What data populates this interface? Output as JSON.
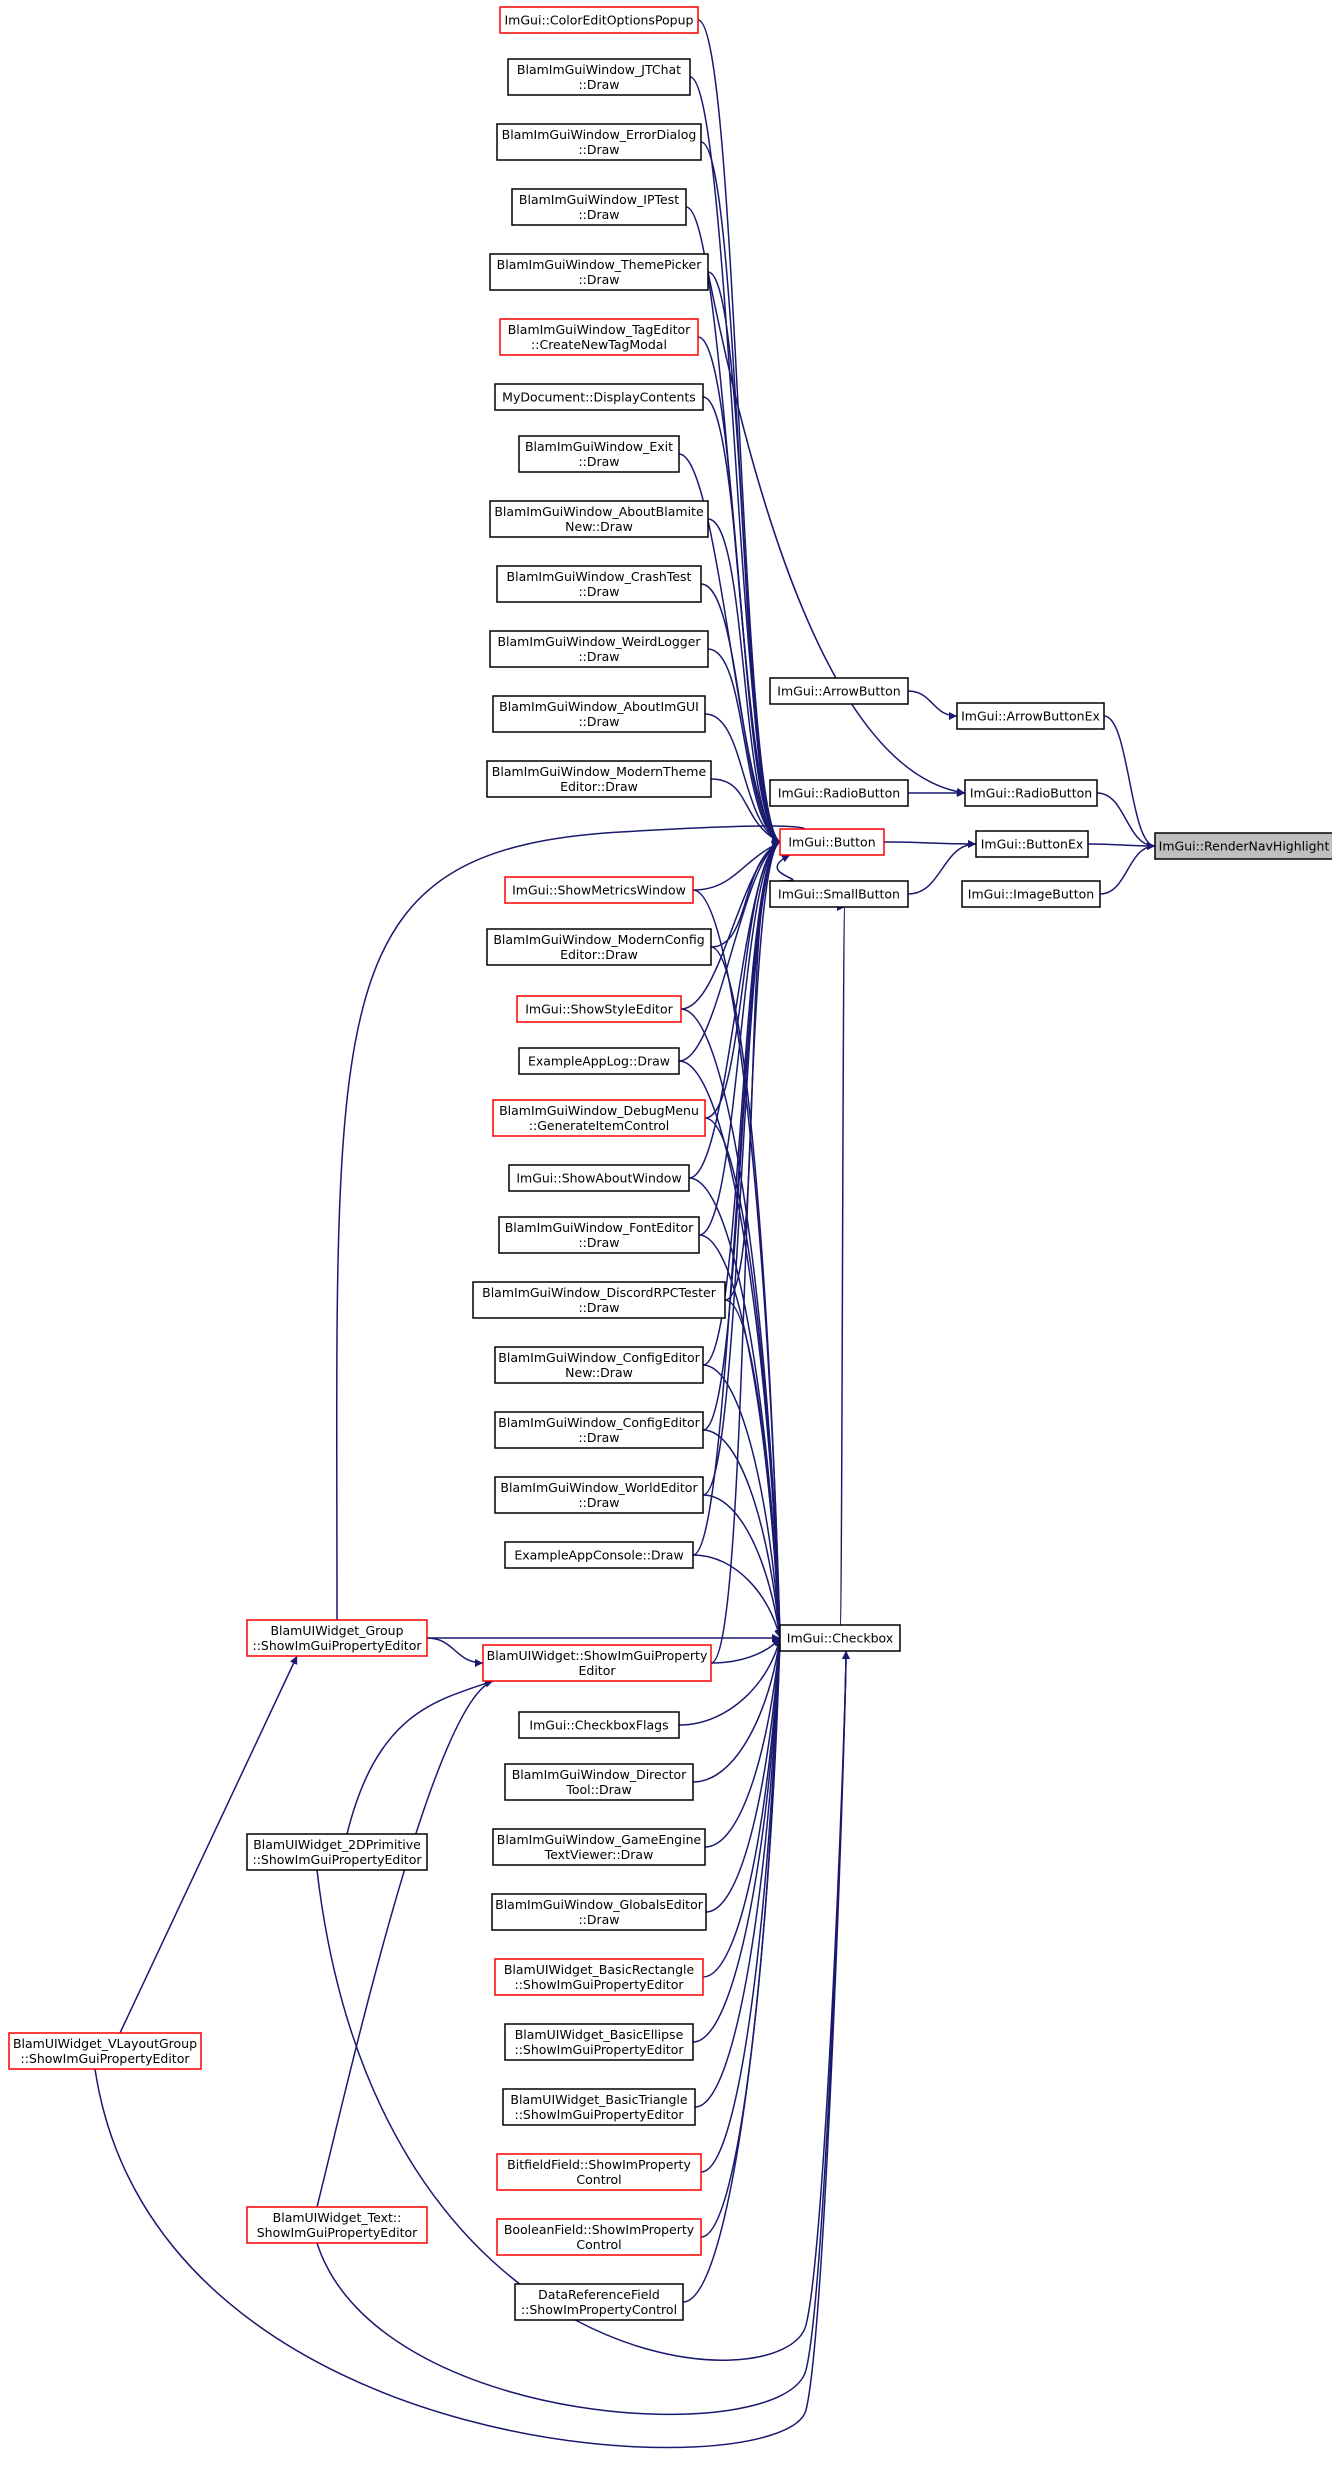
{
  "colors": {
    "edge": "#191970",
    "node_border": "#000000",
    "truncated_border": "#ff0000",
    "root_fill": "#bfbfbf",
    "node_fill": "#ffffff"
  },
  "nodes": [
    {
      "id": "render_nav_highlight",
      "lines": [
        "ImGui::RenderNavHighlight"
      ],
      "style": "root"
    },
    {
      "id": "arrow_button_ex",
      "lines": [
        "ImGui::ArrowButtonEx"
      ],
      "style": "normal"
    },
    {
      "id": "radio_button_r",
      "lines": [
        "ImGui::RadioButton"
      ],
      "style": "normal"
    },
    {
      "id": "button_ex",
      "lines": [
        "ImGui::ButtonEx"
      ],
      "style": "normal"
    },
    {
      "id": "image_button",
      "lines": [
        "ImGui::ImageButton"
      ],
      "style": "normal"
    },
    {
      "id": "arrow_button",
      "lines": [
        "ImGui::ArrowButton"
      ],
      "style": "normal"
    },
    {
      "id": "radio_button_l",
      "lines": [
        "ImGui::RadioButton"
      ],
      "style": "normal"
    },
    {
      "id": "button",
      "lines": [
        "ImGui::Button"
      ],
      "style": "truncated"
    },
    {
      "id": "small_button",
      "lines": [
        "ImGui::SmallButton"
      ],
      "style": "normal"
    },
    {
      "id": "checkbox",
      "lines": [
        "ImGui::Checkbox"
      ],
      "style": "normal"
    },
    {
      "id": "color_edit_options_popup",
      "lines": [
        "ImGui::ColorEditOptionsPopup"
      ],
      "style": "truncated"
    },
    {
      "id": "jtchat",
      "lines": [
        "BlamImGuiWindow_JTChat",
        "::Draw"
      ],
      "style": "normal"
    },
    {
      "id": "error_dialog",
      "lines": [
        "BlamImGuiWindow_ErrorDialog",
        "::Draw"
      ],
      "style": "normal"
    },
    {
      "id": "iptest",
      "lines": [
        "BlamImGuiWindow_IPTest",
        "::Draw"
      ],
      "style": "normal"
    },
    {
      "id": "theme_picker",
      "lines": [
        "BlamImGuiWindow_ThemePicker",
        "::Draw"
      ],
      "style": "normal"
    },
    {
      "id": "tag_editor",
      "lines": [
        "BlamImGuiWindow_TagEditor",
        "::CreateNewTagModal"
      ],
      "style": "truncated"
    },
    {
      "id": "my_document",
      "lines": [
        "MyDocument::DisplayContents"
      ],
      "style": "normal"
    },
    {
      "id": "exit",
      "lines": [
        "BlamImGuiWindow_Exit",
        "::Draw"
      ],
      "style": "normal"
    },
    {
      "id": "about_blamite",
      "lines": [
        "BlamImGuiWindow_AboutBlamite",
        "New::Draw"
      ],
      "style": "normal"
    },
    {
      "id": "crash_test",
      "lines": [
        "BlamImGuiWindow_CrashTest",
        "::Draw"
      ],
      "style": "normal"
    },
    {
      "id": "weird_logger",
      "lines": [
        "BlamImGuiWindow_WeirdLogger",
        "::Draw"
      ],
      "style": "normal"
    },
    {
      "id": "about_imgui",
      "lines": [
        "BlamImGuiWindow_AboutImGUI",
        "::Draw"
      ],
      "style": "normal"
    },
    {
      "id": "modern_theme",
      "lines": [
        "BlamImGuiWindow_ModernTheme",
        "Editor::Draw"
      ],
      "style": "normal"
    },
    {
      "id": "show_metrics",
      "lines": [
        "ImGui::ShowMetricsWindow"
      ],
      "style": "truncated"
    },
    {
      "id": "modern_config",
      "lines": [
        "BlamImGuiWindow_ModernConfig",
        "Editor::Draw"
      ],
      "style": "normal"
    },
    {
      "id": "show_style",
      "lines": [
        "ImGui::ShowStyleEditor"
      ],
      "style": "truncated"
    },
    {
      "id": "example_app_log",
      "lines": [
        "ExampleAppLog::Draw"
      ],
      "style": "normal"
    },
    {
      "id": "debug_menu",
      "lines": [
        "BlamImGuiWindow_DebugMenu",
        "::GenerateItemControl"
      ],
      "style": "truncated"
    },
    {
      "id": "show_about",
      "lines": [
        "ImGui::ShowAboutWindow"
      ],
      "style": "normal"
    },
    {
      "id": "font_editor",
      "lines": [
        "BlamImGuiWindow_FontEditor",
        "::Draw"
      ],
      "style": "normal"
    },
    {
      "id": "discord_rpc",
      "lines": [
        "BlamImGuiWindow_DiscordRPCTester",
        "::Draw"
      ],
      "style": "normal"
    },
    {
      "id": "config_editor_new",
      "lines": [
        "BlamImGuiWindow_ConfigEditor",
        "New::Draw"
      ],
      "style": "normal"
    },
    {
      "id": "config_editor",
      "lines": [
        "BlamImGuiWindow_ConfigEditor",
        "::Draw"
      ],
      "style": "normal"
    },
    {
      "id": "world_editor",
      "lines": [
        "BlamImGuiWindow_WorldEditor",
        "::Draw"
      ],
      "style": "normal"
    },
    {
      "id": "example_app_console",
      "lines": [
        "ExampleAppConsole::Draw"
      ],
      "style": "normal"
    },
    {
      "id": "widget_group",
      "lines": [
        "BlamUIWidget_Group",
        "::ShowImGuiPropertyEditor"
      ],
      "style": "truncated"
    },
    {
      "id": "widget_show",
      "lines": [
        "BlamUIWidget::ShowImGuiProperty",
        "Editor"
      ],
      "style": "truncated"
    },
    {
      "id": "checkbox_flags",
      "lines": [
        "ImGui::CheckboxFlags"
      ],
      "style": "normal"
    },
    {
      "id": "director_tool",
      "lines": [
        "BlamImGuiWindow_Director",
        "Tool::Draw"
      ],
      "style": "normal"
    },
    {
      "id": "game_engine_text",
      "lines": [
        "BlamImGuiWindow_GameEngine",
        "TextViewer::Draw"
      ],
      "style": "normal"
    },
    {
      "id": "globals_editor",
      "lines": [
        "BlamImGuiWindow_GlobalsEditor",
        "::Draw"
      ],
      "style": "normal"
    },
    {
      "id": "basic_rectangle",
      "lines": [
        "BlamUIWidget_BasicRectangle",
        "::ShowImGuiPropertyEditor"
      ],
      "style": "truncated"
    },
    {
      "id": "basic_ellipse",
      "lines": [
        "BlamUIWidget_BasicEllipse",
        "::ShowImGuiPropertyEditor"
      ],
      "style": "normal"
    },
    {
      "id": "basic_triangle",
      "lines": [
        "BlamUIWidget_BasicTriangle",
        "::ShowImGuiPropertyEditor"
      ],
      "style": "normal"
    },
    {
      "id": "bitfield_field",
      "lines": [
        "BitfieldField::ShowImProperty",
        "Control"
      ],
      "style": "truncated"
    },
    {
      "id": "boolean_field",
      "lines": [
        "BooleanField::ShowImProperty",
        "Control"
      ],
      "style": "truncated"
    },
    {
      "id": "data_reference_field",
      "lines": [
        "DataReferenceField",
        "::ShowImPropertyControl"
      ],
      "style": "normal"
    },
    {
      "id": "widget_2d_primitive",
      "lines": [
        "BlamUIWidget_2DPrimitive",
        "::ShowImGuiPropertyEditor"
      ],
      "style": "normal"
    },
    {
      "id": "vlayout_group",
      "lines": [
        "BlamUIWidget_VLayoutGroup",
        "::ShowImGuiPropertyEditor"
      ],
      "style": "truncated"
    },
    {
      "id": "widget_text",
      "lines": [
        "BlamUIWidget_Text::",
        "ShowImGuiPropertyEditor"
      ],
      "style": "truncated"
    }
  ],
  "edges": [
    [
      "arrow_button_ex",
      "render_nav_highlight"
    ],
    [
      "radio_button_r",
      "render_nav_highlight"
    ],
    [
      "button_ex",
      "render_nav_highlight"
    ],
    [
      "image_button",
      "render_nav_highlight"
    ],
    [
      "arrow_button",
      "arrow_button_ex"
    ],
    [
      "radio_button_l",
      "radio_button_r"
    ],
    [
      "button",
      "button_ex"
    ],
    [
      "small_button",
      "button_ex"
    ],
    [
      "checkbox",
      "small_button"
    ],
    [
      "color_edit_options_popup",
      "button"
    ],
    [
      "jtchat",
      "button"
    ],
    [
      "error_dialog",
      "button"
    ],
    [
      "iptest",
      "button"
    ],
    [
      "theme_picker",
      "button"
    ],
    [
      "tag_editor",
      "button"
    ],
    [
      "my_document",
      "button"
    ],
    [
      "exit",
      "button"
    ],
    [
      "about_blamite",
      "button"
    ],
    [
      "crash_test",
      "button"
    ],
    [
      "weird_logger",
      "button"
    ],
    [
      "about_imgui",
      "button"
    ],
    [
      "modern_theme",
      "button"
    ],
    [
      "show_metrics",
      "button"
    ],
    [
      "modern_config",
      "button"
    ],
    [
      "show_style",
      "button"
    ],
    [
      "example_app_log",
      "button"
    ],
    [
      "debug_menu",
      "button"
    ],
    [
      "show_about",
      "button"
    ],
    [
      "font_editor",
      "button"
    ],
    [
      "discord_rpc",
      "button"
    ],
    [
      "config_editor_new",
      "button"
    ],
    [
      "config_editor",
      "button"
    ],
    [
      "world_editor",
      "button"
    ],
    [
      "example_app_console",
      "button"
    ],
    [
      "widget_group",
      "button"
    ],
    [
      "widget_show",
      "button"
    ],
    [
      "theme_picker",
      "radio_button_r"
    ],
    [
      "show_metrics",
      "checkbox"
    ],
    [
      "modern_config",
      "checkbox"
    ],
    [
      "show_style",
      "checkbox"
    ],
    [
      "example_app_log",
      "checkbox"
    ],
    [
      "debug_menu",
      "checkbox"
    ],
    [
      "show_about",
      "checkbox"
    ],
    [
      "font_editor",
      "checkbox"
    ],
    [
      "discord_rpc",
      "checkbox"
    ],
    [
      "config_editor_new",
      "checkbox"
    ],
    [
      "config_editor",
      "checkbox"
    ],
    [
      "world_editor",
      "checkbox"
    ],
    [
      "example_app_console",
      "checkbox"
    ],
    [
      "widget_group",
      "checkbox"
    ],
    [
      "widget_show",
      "checkbox"
    ],
    [
      "checkbox_flags",
      "checkbox"
    ],
    [
      "director_tool",
      "checkbox"
    ],
    [
      "game_engine_text",
      "checkbox"
    ],
    [
      "globals_editor",
      "checkbox"
    ],
    [
      "basic_rectangle",
      "checkbox"
    ],
    [
      "basic_ellipse",
      "checkbox"
    ],
    [
      "basic_triangle",
      "checkbox"
    ],
    [
      "bitfield_field",
      "checkbox"
    ],
    [
      "boolean_field",
      "checkbox"
    ],
    [
      "data_reference_field",
      "checkbox"
    ],
    [
      "widget_2d_primitive",
      "checkbox"
    ],
    [
      "vlayout_group",
      "checkbox"
    ],
    [
      "widget_text",
      "checkbox"
    ],
    [
      "widget_group",
      "widget_show"
    ],
    [
      "widget_2d_primitive",
      "widget_show"
    ],
    [
      "widget_text",
      "widget_show"
    ],
    [
      "vlayout_group",
      "widget_group"
    ],
    [
      "small_button",
      "button"
    ]
  ]
}
